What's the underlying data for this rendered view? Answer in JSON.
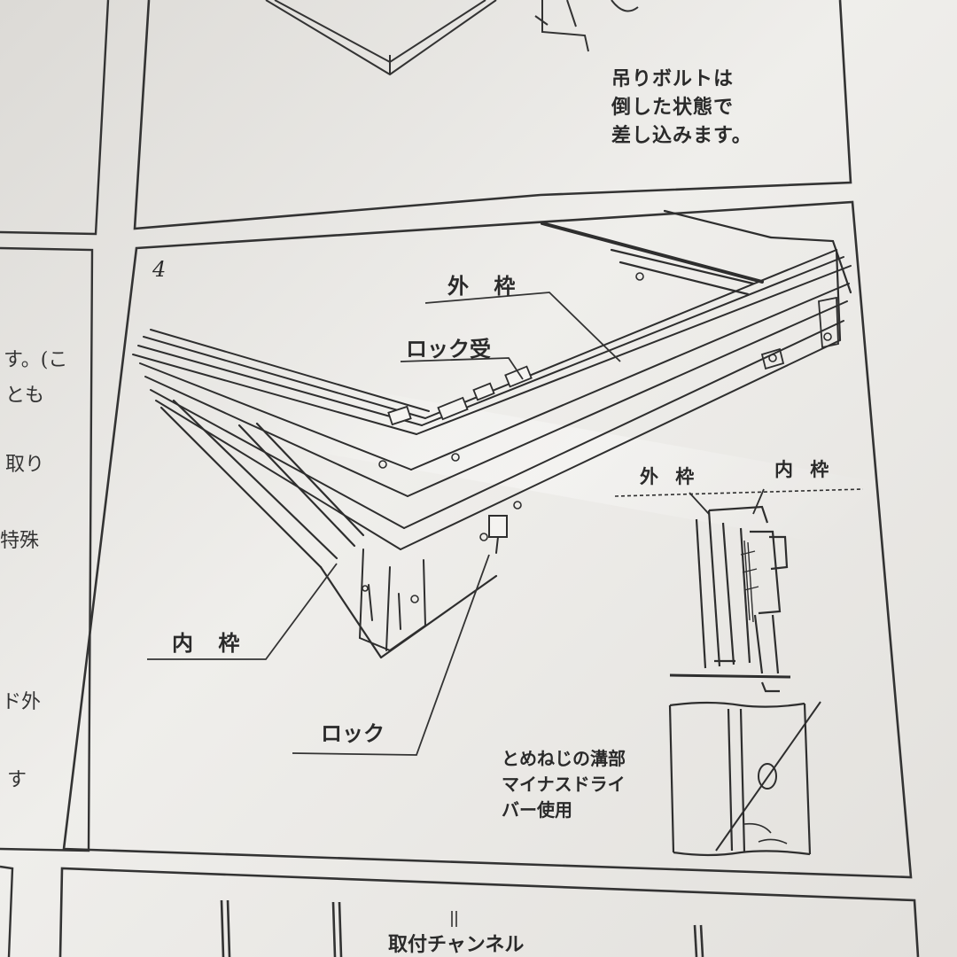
{
  "panel_top": {
    "note_lines": [
      "吊りボルトは",
      "倒した状態で",
      "差し込みます。"
    ]
  },
  "panel_4": {
    "step_number": "4",
    "labels": {
      "outer_frame": "外 枠",
      "lock_receiver": "ロック受",
      "inner_frame": "内 枠",
      "lock": "ロック"
    },
    "detail": {
      "outer_frame": "外 枠",
      "inner_frame": "内 枠"
    },
    "screw_note_lines": [
      "とめねじの溝部",
      "マイナスドライ",
      "バー使用"
    ]
  },
  "panel_bottom": {
    "label": "取付チャンネル"
  },
  "left_column_fragments": [
    "す。(こ",
    "とも",
    "取り",
    "特殊",
    "ド外",
    "す"
  ]
}
